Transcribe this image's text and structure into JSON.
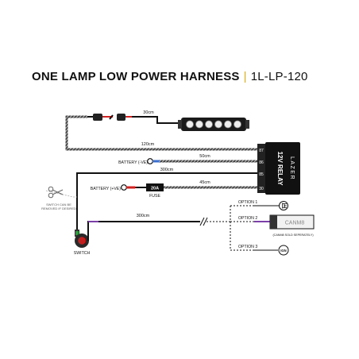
{
  "title": {
    "main": "ONE LAMP LOW POWER HARNESS",
    "separator": "|",
    "code": "1L-LP-120"
  },
  "lengths": {
    "connector_to_lamp": "30cm",
    "lamp_loop": "120cm",
    "battery_neg": "50cm",
    "switch_run": "300cm",
    "battery_pos": "45cm",
    "option_run": "300cm"
  },
  "labels": {
    "battery_neg": "BATTERY (-VE)",
    "battery_pos": "BATTERY (+VE)",
    "fuse_rating": "20A",
    "fuse": "FUSE",
    "switch": "SWITCH",
    "switch_note_1": "SWITCH CAN BE",
    "switch_note_2": "REMOVED IF DESIRED",
    "option_1": "OPTION 1",
    "option_2": "OPTION 2",
    "option_3": "OPTION 3",
    "canm8": "CANM8",
    "canm8_note": "(CANM8 SOLD SEPERATELY)",
    "ign": "IGN"
  },
  "relay": {
    "brand": "LAZER",
    "name": "12V RELAY",
    "pins": [
      "87",
      "86",
      "85",
      "30"
    ]
  },
  "colors": {
    "accent": "#e0b000",
    "wire": "#111111",
    "red": "#d22020",
    "purple": "#7b3fa8",
    "green": "#2e9e3e",
    "grey": "#888888"
  }
}
